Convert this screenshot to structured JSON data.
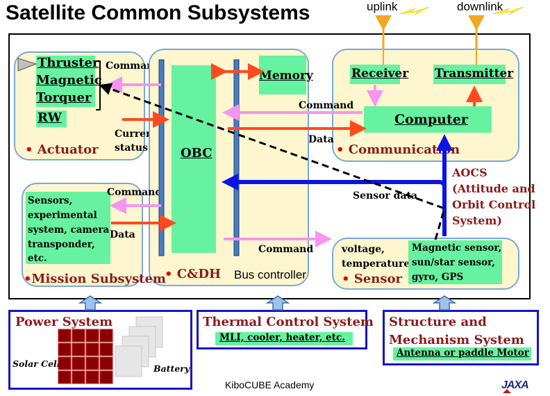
{
  "title": "Satellite Common Subsystems",
  "antennas": {
    "uplink": "uplink",
    "downlink": "downlink"
  },
  "actuator": {
    "items": [
      "Thruster",
      "Magnetic",
      "Torquer",
      "RW"
    ],
    "label": "Actuator",
    "command": "Command",
    "current_status": [
      "Current",
      "status"
    ]
  },
  "cdh": {
    "obc": "OBC",
    "memory": "Memory",
    "label": "C&DH",
    "bus_controller": "Bus controller"
  },
  "communication": {
    "receiver": "Receiver",
    "transmitter": "Transmitter",
    "computer": "Computer",
    "label": "Communication",
    "command": "Command",
    "data": "Data"
  },
  "mission": {
    "contents": [
      "Sensors,",
      "experimental",
      "system, camera",
      "transponder,",
      "etc."
    ],
    "label": "Mission Subsystem",
    "command": "Command",
    "data": "Data"
  },
  "sensor": {
    "left_text": [
      "voltage,",
      "temperature"
    ],
    "green_text": [
      "Magnetic sensor,",
      "sun/star sensor,",
      "gyro, GPS"
    ],
    "label": "Sensor",
    "command": "Command",
    "sensor_data": "Sensor data"
  },
  "aocs": [
    "AOCS",
    "(Attitude and",
    "Orbit Control",
    "System)"
  ],
  "power": {
    "title": "Power System",
    "solar_cell": "Solar Cell",
    "battery": "Battery"
  },
  "thermal": {
    "title": "Thermal Control System",
    "detail": "MLI, cooler, heater, etc."
  },
  "structure": {
    "title": [
      "Structure and",
      "Mechanism System"
    ],
    "detail": "Antenna or paddle Motor"
  },
  "footer": {
    "academy": "KiboCUBE Academy",
    "logo": "JAXA"
  },
  "colors": {
    "box_fill": "#fdf6cf",
    "box_border": "#7ba7d6",
    "green": "#66f2a0",
    "red_arrow": "#ff4a1e",
    "pink_arrow": "#f595f0",
    "blue_arrow": "#0a14e6",
    "dark_red_text": "#8b1a1a",
    "bottom_border": "#1414c8",
    "antenna": "#f5a623",
    "lightning": "#ffee22"
  }
}
